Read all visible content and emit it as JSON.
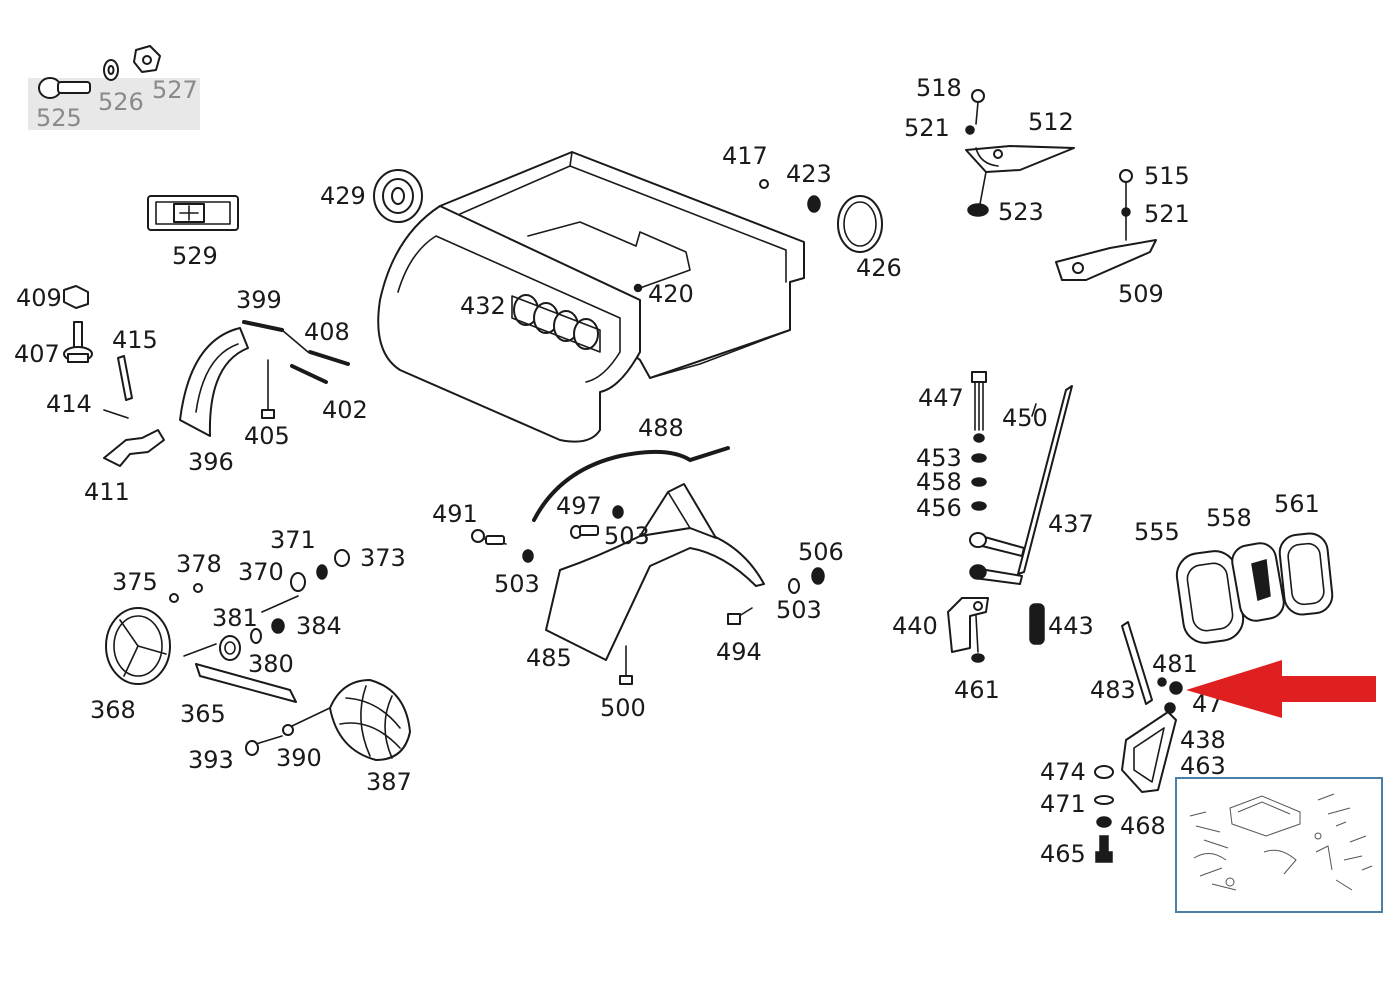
{
  "diagram": {
    "labels": {
      "p525": "525",
      "p526": "526",
      "p527": "527",
      "p529": "529",
      "p409": "409",
      "p407": "407",
      "p415": "415",
      "p414": "414",
      "p411": "411",
      "p399": "399",
      "p408": "408",
      "p402": "402",
      "p405": "405",
      "p396": "396",
      "p429": "429",
      "p432": "432",
      "p417": "417",
      "p423": "423",
      "p420": "420",
      "p426": "426",
      "p518": "518",
      "p521a": "521",
      "p512": "512",
      "p523": "523",
      "p515": "515",
      "p521b": "521",
      "p509": "509",
      "p371": "371",
      "p378": "378",
      "p370": "370",
      "p373": "373",
      "p375": "375",
      "p381": "381",
      "p384": "384",
      "p380": "380",
      "p368": "368",
      "p365": "365",
      "p393": "393",
      "p390": "390",
      "p387": "387",
      "p488": "488",
      "p491": "491",
      "p497": "497",
      "p503a": "503",
      "p503b": "503",
      "p506": "506",
      "p503c": "503",
      "p485": "485",
      "p494": "494",
      "p500": "500",
      "p447": "447",
      "p450": "450",
      "p453": "453",
      "p458": "458",
      "p456": "456",
      "p437": "437",
      "p440": "440",
      "p443": "443",
      "p461": "461",
      "p555": "555",
      "p558": "558",
      "p561": "561",
      "p481": "481",
      "p483": "483",
      "p47x": "47",
      "p438": "438",
      "p463": "463",
      "p474": "474",
      "p471": "471",
      "p468": "468",
      "p465": "465"
    },
    "colors": {
      "line": "#1a1a1a",
      "arrow": "#e02020",
      "thumbnail_border": "#4a7fa8",
      "grey_label": "#8a8a8a"
    }
  }
}
